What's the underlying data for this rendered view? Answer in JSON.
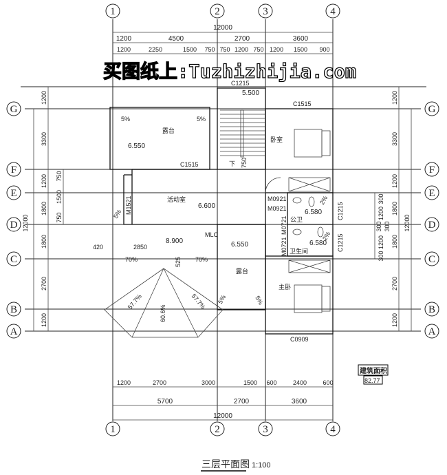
{
  "watermark": "买图纸上:Tuzhizhijia.com",
  "axes": {
    "columns": [
      "1",
      "2",
      "3",
      "4"
    ],
    "rows": [
      "G",
      "F",
      "E",
      "D",
      "C",
      "B",
      "A"
    ]
  },
  "dims": {
    "top_total": "12000",
    "top_mid": [
      "1200",
      "4500",
      "2700",
      "3600"
    ],
    "top_fine": [
      "1200",
      "2250",
      "1500",
      "750",
      "750",
      "1200",
      "750",
      "1200",
      "1500",
      "900"
    ],
    "left": [
      "1200",
      "3300",
      "1200",
      "1800",
      "1800",
      "2700",
      "1200"
    ],
    "left_total": "12000",
    "left_inner": [
      "750",
      "1500",
      "750"
    ],
    "right": [
      "1200",
      "3300",
      "1200",
      "1800",
      "1800",
      "2700",
      "1200"
    ],
    "right_total": "12000",
    "right_inner": [
      "300",
      "1200",
      "300",
      "300",
      "1200",
      "300"
    ],
    "bottom_fine": [
      "1200",
      "2700",
      "3000",
      "1500",
      "600",
      "2400",
      "600"
    ],
    "bottom_mid": [
      "5700",
      "2700",
      "3600"
    ],
    "bottom_total": "12000",
    "misc": [
      "420",
      "2850",
      "525",
      "750"
    ]
  },
  "rooms": {
    "terrace": "露台",
    "bedroom": "卧室",
    "activity": "活动室",
    "public_bath": "公卫",
    "bath": "卫生间",
    "master": "主卧"
  },
  "levels": [
    "5.500",
    "6.550",
    "6.600",
    "6.580",
    "6.580",
    "8.900",
    "6.550"
  ],
  "openings": [
    "C1215",
    "C1515",
    "C1515",
    "M1521",
    "M0921",
    "M0921",
    "M0721",
    "M0721",
    "C1215",
    "C1215",
    "MLC",
    "C0909"
  ],
  "stair_down": "下",
  "slopes": [
    "5%",
    "5%",
    "5%",
    "5%",
    "5%",
    "70%",
    "70%",
    "57.7%",
    "57.7%",
    "60.6%",
    "2%",
    "2%"
  ],
  "area": {
    "label": "建筑面积",
    "value": "82.77"
  },
  "title": {
    "name": "三层平面图",
    "scale": "1:100"
  }
}
